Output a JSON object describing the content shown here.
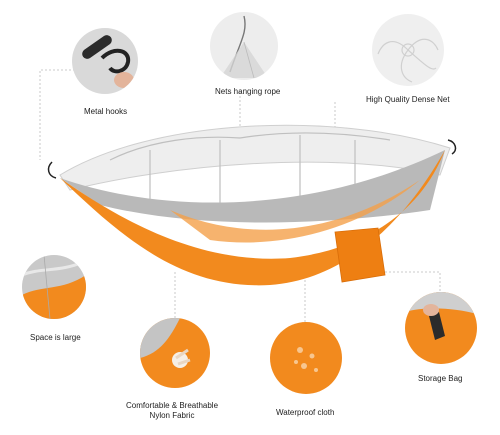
{
  "features": {
    "metal_hooks": "Metal hooks",
    "nets_rope": "Nets hanging rope",
    "dense_net": "High Quality Dense Net",
    "space_large": "Space is large",
    "fabric_line1": "Comfortable & Breathable",
    "fabric_line2": "Nylon Fabric",
    "waterproof": "Waterproof cloth",
    "storage_bag": "Storage Bag"
  },
  "colors": {
    "orange": "#f28a1e",
    "gray": "#b7b7b7",
    "net": "#e6e6e6"
  }
}
